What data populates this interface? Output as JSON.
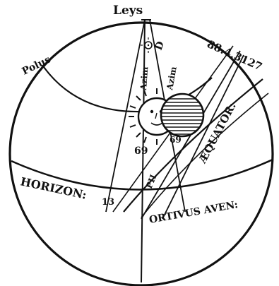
{
  "labels": {
    "zenith": "Leys",
    "pole": "Polus",
    "azim_left": "Azim",
    "azim_right": "Azim",
    "degrees": "88.4.3127",
    "aequator": "ÆQUATOR:",
    "horizon": "HORIZON:",
    "ortivus": "ORTIVUS AVEN:",
    "pii": "PII",
    "n13": "13",
    "glyph_a": "D",
    "glyph_b": "69",
    "glyph_c": "69"
  },
  "colors": {
    "ink": "#111111",
    "paper": "#ffffff"
  }
}
